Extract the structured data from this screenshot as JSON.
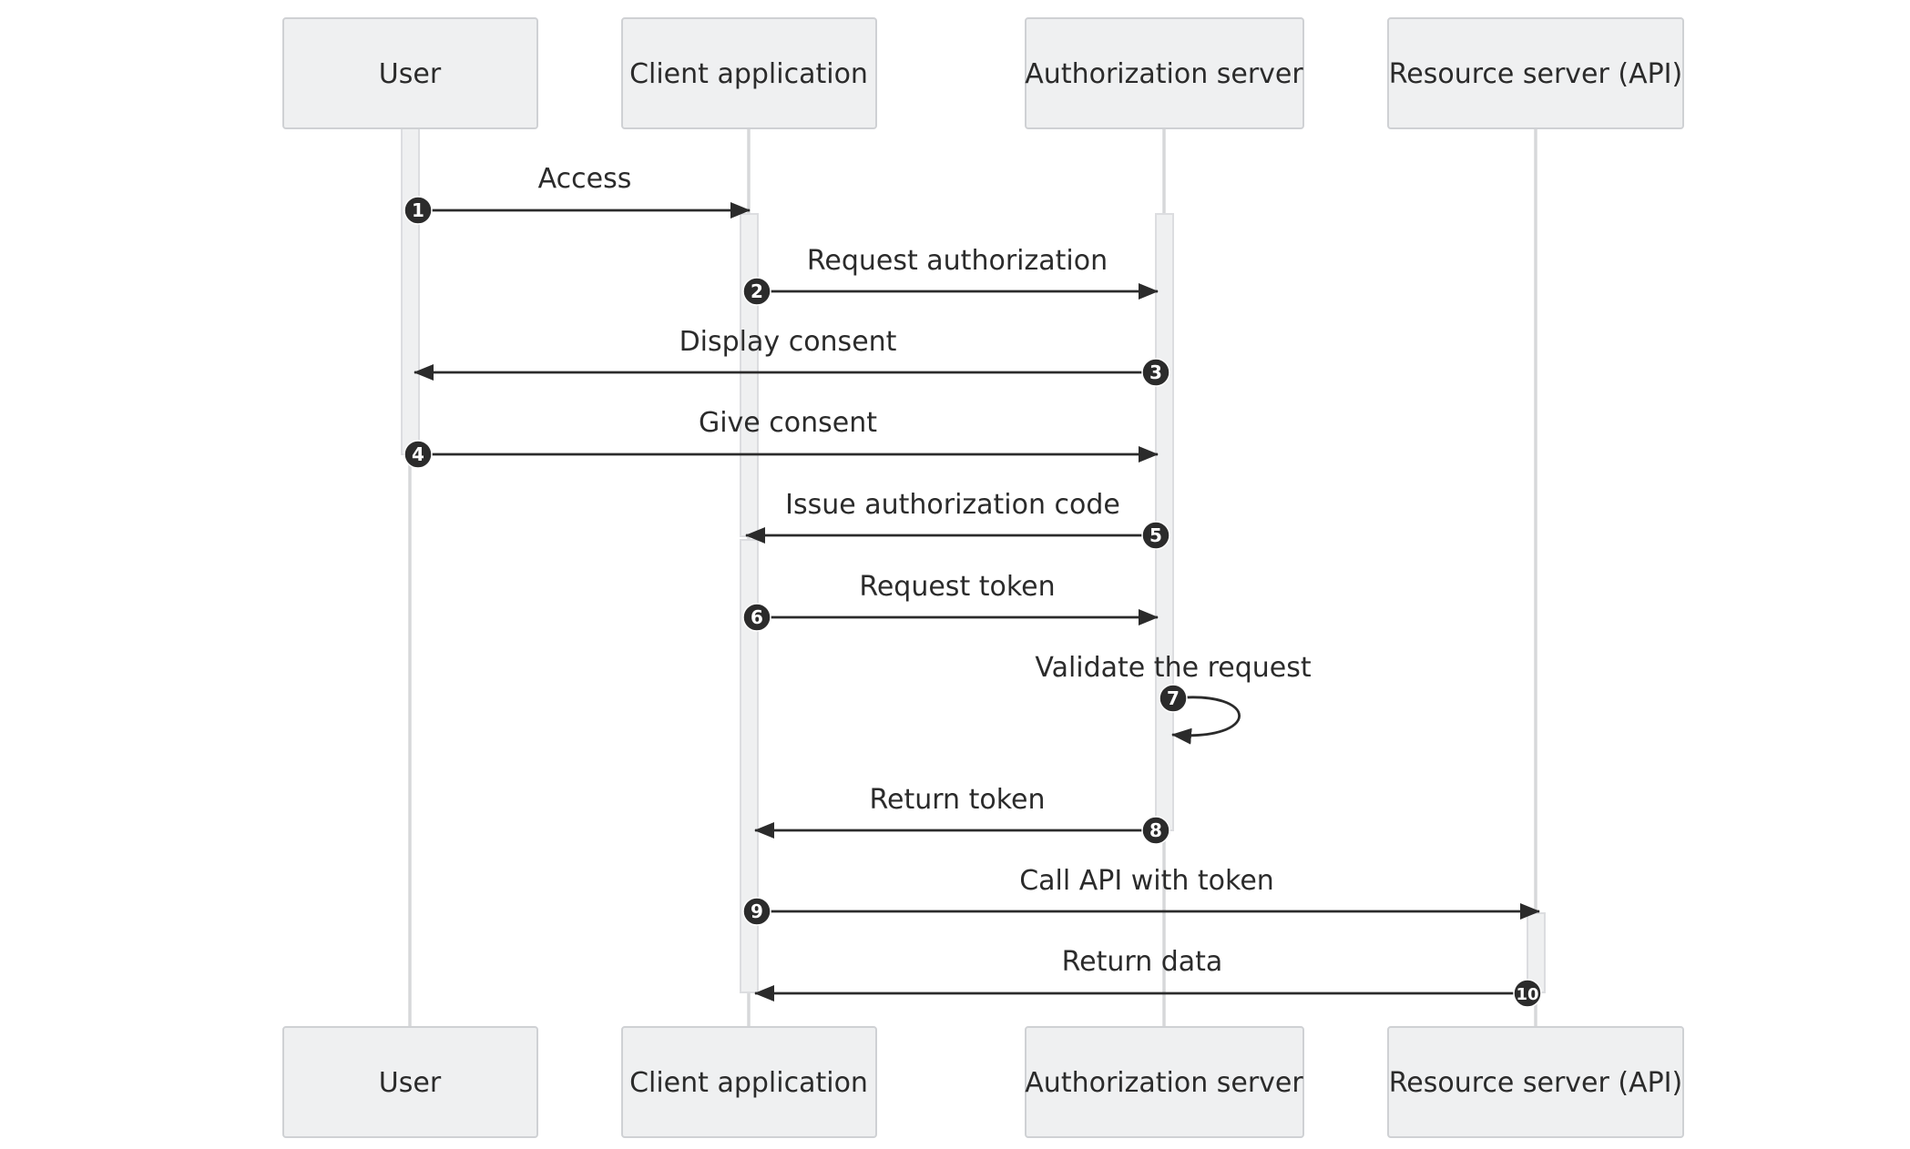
{
  "participants": [
    {
      "id": "user",
      "label": "User"
    },
    {
      "id": "client",
      "label": "Client application"
    },
    {
      "id": "auth",
      "label": "Authorization server"
    },
    {
      "id": "resource",
      "label": "Resource server (API)"
    }
  ],
  "messages": [
    {
      "number": "1",
      "label": "Access",
      "from": "user",
      "to": "client"
    },
    {
      "number": "2",
      "label": "Request authorization",
      "from": "client",
      "to": "auth"
    },
    {
      "number": "3",
      "label": "Display consent",
      "from": "auth",
      "to": "user"
    },
    {
      "number": "4",
      "label": "Give consent",
      "from": "user",
      "to": "auth"
    },
    {
      "number": "5",
      "label": "Issue authorization code",
      "from": "auth",
      "to": "client"
    },
    {
      "number": "6",
      "label": "Request token",
      "from": "client",
      "to": "auth"
    },
    {
      "number": "7",
      "label": "Validate the request",
      "from": "auth",
      "to": "auth"
    },
    {
      "number": "8",
      "label": "Return token",
      "from": "auth",
      "to": "client"
    },
    {
      "number": "9",
      "label": "Call API with token",
      "from": "client",
      "to": "resource"
    },
    {
      "number": "10",
      "label": "Return data",
      "from": "resource",
      "to": "client"
    }
  ],
  "colors": {
    "actor_fill": "#eff0f1",
    "actor_border": "#cfd1d4",
    "line": "#2b2b2b",
    "lifeline": "#d7d8da",
    "badge_text": "#ffffff"
  }
}
